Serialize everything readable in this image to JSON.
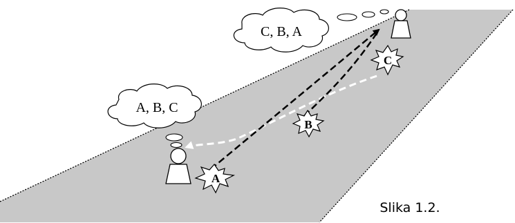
{
  "diagram": {
    "cloud_top_text": "C, B, A",
    "cloud_left_text": "A, B, C",
    "bursts": {
      "a": "A",
      "b": "B",
      "c": "C"
    },
    "caption": "Slika 1.2."
  },
  "colors": {
    "road": "#c8c8c8",
    "road_edge": "#000000",
    "black_arrow": "#000000",
    "white_arrow": "#ffffff"
  }
}
